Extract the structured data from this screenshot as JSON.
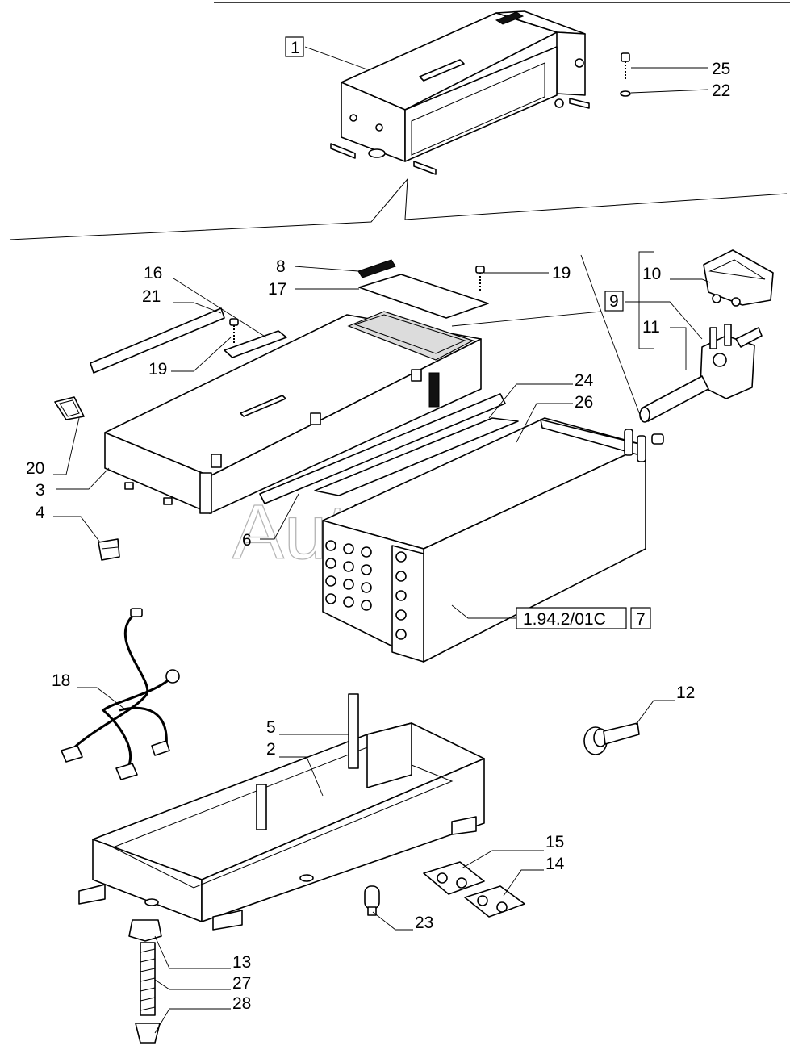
{
  "watermark": "AutoSoft",
  "callouts": {
    "c1": "1",
    "c2": "2",
    "c3": "3",
    "c4": "4",
    "c5": "5",
    "c6": "6",
    "c7": "7",
    "c8": "8",
    "c9": "9",
    "c10": "10",
    "c11": "11",
    "c12": "12",
    "c13": "13",
    "c14": "14",
    "c15": "15",
    "c16": "16",
    "c17": "17",
    "c18": "18",
    "c19a": "19",
    "c19b": "19",
    "c20": "20",
    "c21": "21",
    "c22": "22",
    "c23": "23",
    "c24": "24",
    "c25": "25",
    "c26": "26",
    "c27": "27",
    "c28": "28"
  },
  "reference": "1.94.2/01C"
}
